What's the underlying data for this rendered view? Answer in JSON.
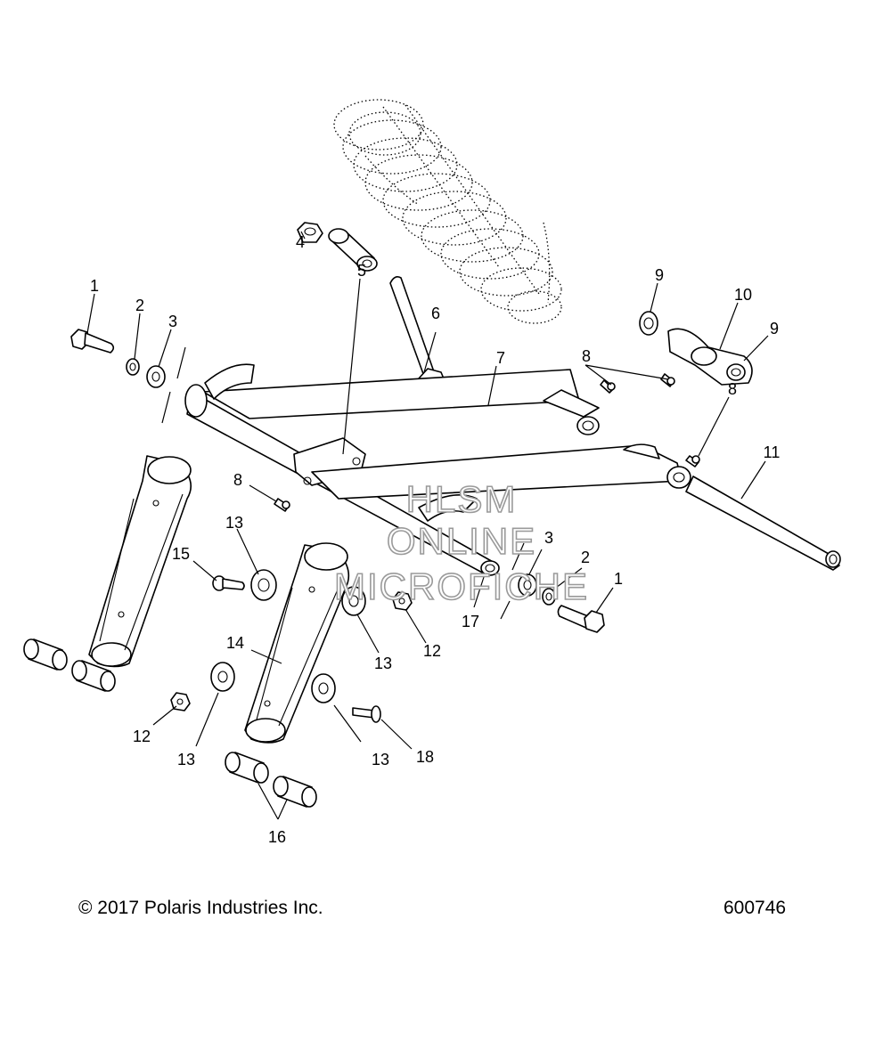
{
  "callouts": [
    {
      "id": "c1a",
      "text": "1"
    },
    {
      "id": "c2a",
      "text": "2"
    },
    {
      "id": "c3a",
      "text": "3"
    },
    {
      "id": "c4",
      "text": "4"
    },
    {
      "id": "c5",
      "text": "5"
    },
    {
      "id": "c6",
      "text": "6"
    },
    {
      "id": "c7",
      "text": "7"
    },
    {
      "id": "c8a",
      "text": "8"
    },
    {
      "id": "c9a",
      "text": "9"
    },
    {
      "id": "c10",
      "text": "10"
    },
    {
      "id": "c9b",
      "text": "9"
    },
    {
      "id": "c8b",
      "text": "8"
    },
    {
      "id": "c11",
      "text": "11"
    },
    {
      "id": "c8c",
      "text": "8"
    },
    {
      "id": "c13a",
      "text": "13"
    },
    {
      "id": "c15",
      "text": "15"
    },
    {
      "id": "c3b",
      "text": "3"
    },
    {
      "id": "c2b",
      "text": "2"
    },
    {
      "id": "c1b",
      "text": "1"
    },
    {
      "id": "c17",
      "text": "17"
    },
    {
      "id": "c14",
      "text": "14"
    },
    {
      "id": "c13b",
      "text": "13"
    },
    {
      "id": "c12a",
      "text": "12"
    },
    {
      "id": "c12b",
      "text": "12"
    },
    {
      "id": "c13c",
      "text": "13"
    },
    {
      "id": "c13d",
      "text": "13"
    },
    {
      "id": "c18",
      "text": "18"
    },
    {
      "id": "c16",
      "text": "16"
    }
  ],
  "watermark": [
    "HLSM",
    "ONLINE",
    "MICROFICHE"
  ],
  "footer": {
    "copyright": "© 2017 Polaris Industries Inc.",
    "diagram_number": "600746"
  }
}
